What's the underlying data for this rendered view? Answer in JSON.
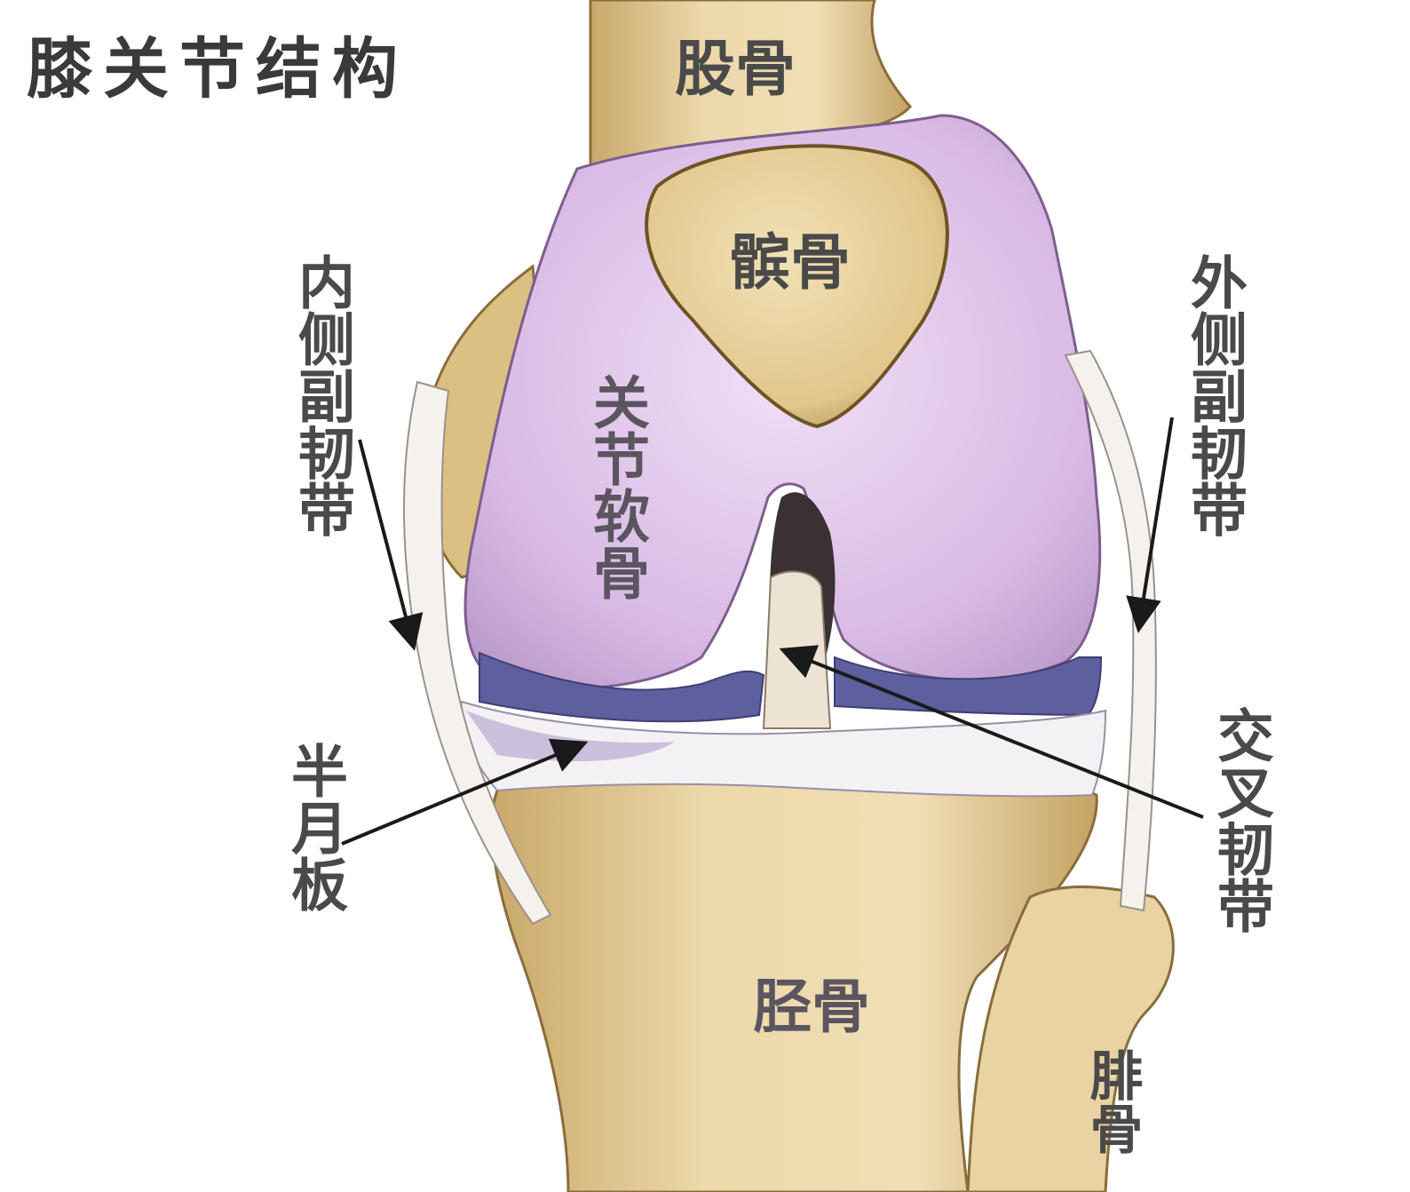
{
  "title": "膝关节结构",
  "labels": {
    "femur": "股骨",
    "patella": "髌骨",
    "cartilage": "关节软骨",
    "medial_ligament": "内侧副韧带",
    "lateral_ligament": "外侧副韧带",
    "meniscus": "半月板",
    "cruciate": "交叉韧带",
    "tibia": "胫骨",
    "fibula": "腓骨"
  },
  "colors": {
    "bone": "#e8d2a2",
    "bone_shadow": "#b99a5f",
    "cartilage": "#dcc0e6",
    "meniscus_dark": "#5e5f9e",
    "ligament": "#f2eef0",
    "arrow": "#1a1a1a"
  }
}
